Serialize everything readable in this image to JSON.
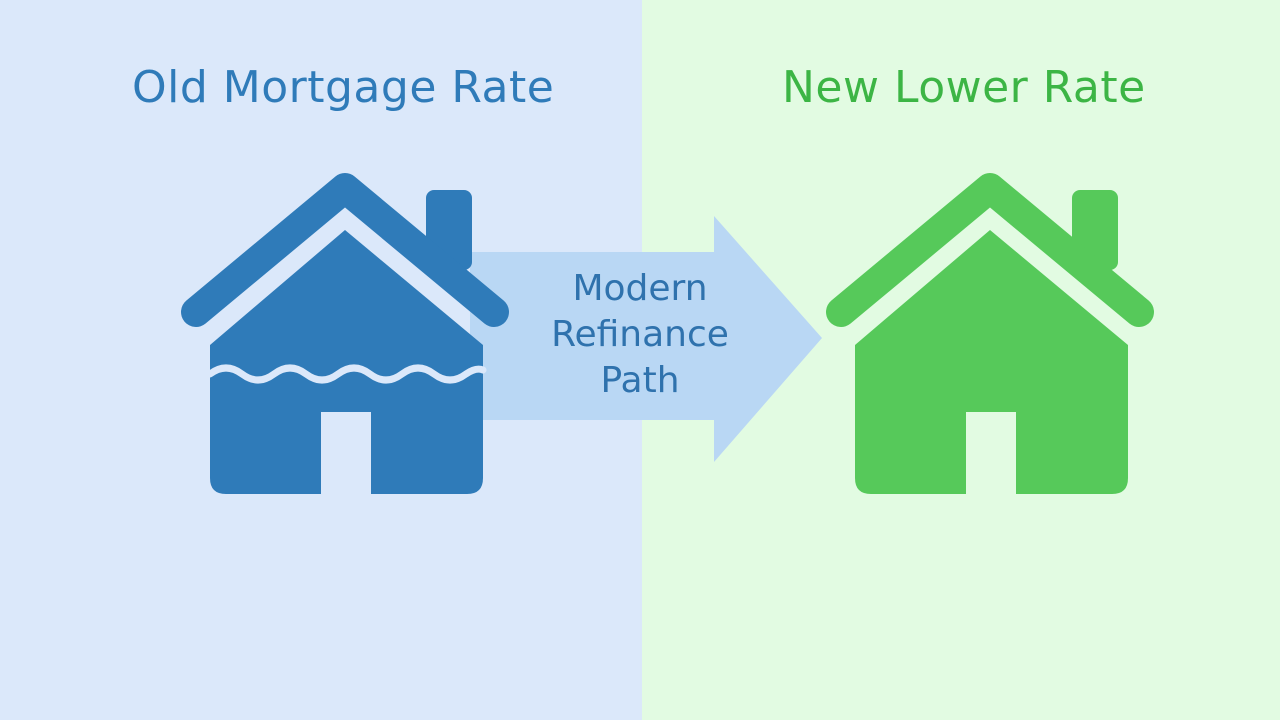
{
  "colors": {
    "left_background": "#dbe8fa",
    "right_background": "#e2fbe2",
    "old_house": "#2f7bb9",
    "new_house": "#56c95a",
    "arrow": "#b9d7f4",
    "arrow_text": "#2f72ad",
    "old_heading": "#2f7bb9",
    "new_heading": "#3cb545",
    "water_wave": "#dbe8fa"
  },
  "left": {
    "heading": "Old Mortgage Rate",
    "icon": "house-with-water-icon"
  },
  "right": {
    "heading": "New Lower Rate",
    "icon": "house-icon"
  },
  "arrow": {
    "icon": "right-arrow-icon",
    "label_lines": [
      "Modern",
      "Refinance",
      "Path"
    ]
  }
}
